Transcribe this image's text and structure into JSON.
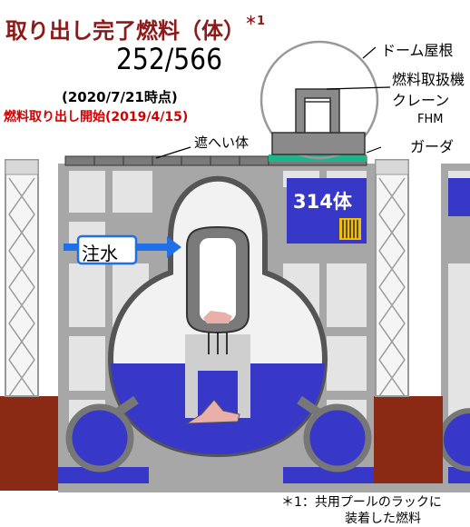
{
  "title": "取り出し完了燃料（体）",
  "title_mark": "＊1",
  "count": "252/566",
  "as_of": "(2020/7/21時点)",
  "start": "燃料取り出し開始(2019/4/15)",
  "labels": {
    "shield": "遮へい体",
    "dome": "ドーム屋根",
    "crane_line1": "燃料取扱機",
    "crane_line2": "クレーン",
    "fhm": "FHM",
    "girder": "ガーダ",
    "pool_count": "314体",
    "water_injection": "注水"
  },
  "footnote": {
    "line1": "＊1：共用プールのラックに",
    "line2": "装着した燃料"
  },
  "colors": {
    "water": "#3838c8",
    "building": "#a7a7a7",
    "wall_light": "#e4e4e4",
    "vessel": "#999999",
    "debris": "#e8b0a8",
    "arrow": "#1f6fe6",
    "trench": "#8b2a14",
    "title_red": "#8b1a1a",
    "start_red": "#d40000",
    "girder_green": "#1ab889"
  }
}
